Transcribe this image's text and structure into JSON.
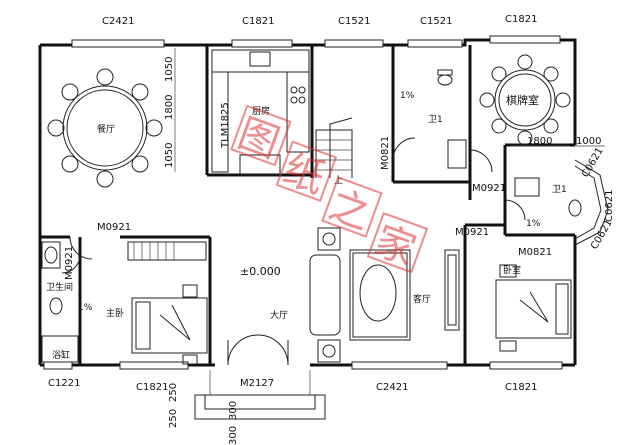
{
  "windows": {
    "top_dining": "C2421",
    "top_kitchen": "C1821",
    "top_stair": "C1521",
    "top_toilet": "C1521",
    "top_chess": "C1821",
    "bottom_bath": "C1221",
    "bottom_master": "C1821",
    "bottom_hall": "C2421",
    "bottom_bedroom": "C1821",
    "bay_1": "C0621",
    "bay_2": "C0621",
    "bay_3": "C0621"
  },
  "doors": {
    "bath": "M0921",
    "master": "M0921",
    "toilet1": "M0821",
    "toilet2": "M0921",
    "toilet2_inner": "M0921",
    "bedroom": "M0821",
    "main": "M2127"
  },
  "rooms": {
    "dining": "餐厅",
    "kitchen": "厨房",
    "chess": "棋牌室",
    "toilet_upper": "卫1",
    "toilet_lower": "卫1",
    "bath": "卫生间",
    "bathtub": "浴缸",
    "master": "主卧",
    "hall": "大厅",
    "living": "客厅",
    "bedroom": "卧室"
  },
  "labels": {
    "kitchen_cabinet": "TLM1825",
    "stair_up": "上",
    "elevation": "±0.000",
    "slope_toilet": "1%",
    "slope_bath": "1%",
    "slope_toilet2": "1%"
  },
  "dims": {
    "d1050a": "1050",
    "d1800v": "1800",
    "d1050b": "1050",
    "d1800h": "1800",
    "d1000": "1000",
    "d250a": "250",
    "d250b": "250",
    "d300a": "300",
    "d300b": "300"
  },
  "watermark": [
    "图",
    "纸",
    "之",
    "家"
  ]
}
